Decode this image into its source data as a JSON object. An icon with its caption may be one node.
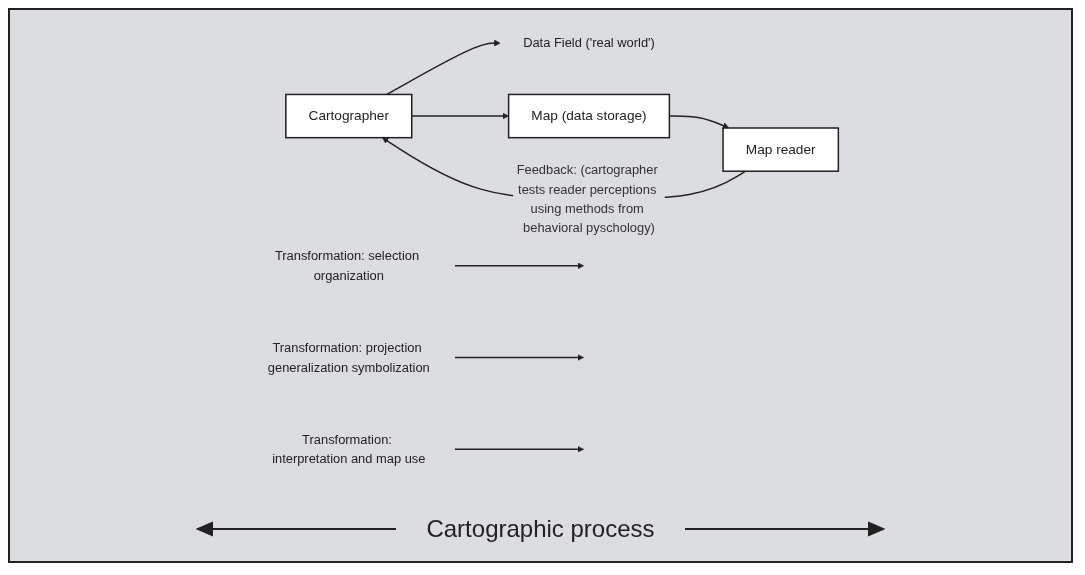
{
  "diagram": {
    "nodes": [
      {
        "text": [
          "Data Field ('real world')"
        ]
      },
      {
        "text": [
          "Cartographer"
        ]
      },
      {
        "text": [
          "Map (data storage)"
        ]
      },
      {
        "text": [
          "Map reader"
        ]
      },
      {
        "text": [
          "Transformation: selection organization"
        ]
      },
      {
        "text": [
          "Transformation: projection generalization symbolization"
        ]
      },
      {
        "text": [
          "Transformation: interpretation and map use"
        ]
      }
    ],
    "edges": [
      {
        "from": 1,
        "to": 0,
        "arrow": "to"
      },
      {
        "from": 1,
        "to": 2,
        "arrow": "to"
      },
      {
        "from": 2,
        "to": 3,
        "arrow": "to"
      },
      {
        "from": 3,
        "to": 1,
        "arrow": "to",
        "label": "Feedback: (cartographer tests reader perceptions using methods from behavioral pyschology)"
      },
      {
        "from": 4,
        "to": null,
        "arrow": "to"
      },
      {
        "from": 5,
        "to": null,
        "arrow": "to"
      },
      {
        "from": 6,
        "to": null,
        "arrow": "to"
      }
    ],
    "labels": [
      "Cartographic process"
    ]
  }
}
